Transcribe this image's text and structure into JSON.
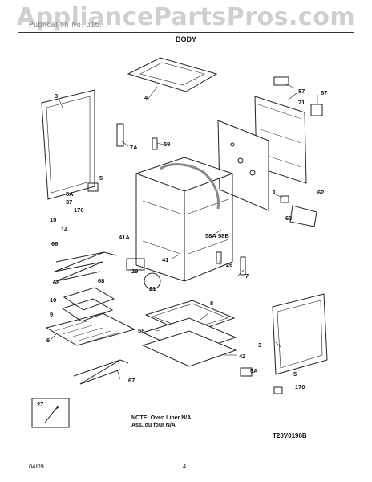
{
  "header": {
    "watermark": "AppliancePartsPros.com",
    "model_line": "Publication No. 316...",
    "title": "BODY"
  },
  "callouts": [
    "3",
    "4",
    "87",
    "71",
    "57",
    "7A",
    "59",
    "1",
    "62",
    "63",
    "5A",
    "37",
    "170",
    "5",
    "15",
    "14",
    "66",
    "68",
    "68",
    "58A",
    "58B",
    "41A",
    "41",
    "29",
    "21",
    "26",
    "7",
    "10",
    "9",
    "6",
    "8",
    "58",
    "3",
    "42",
    "5A",
    "5",
    "170",
    "67",
    "27"
  ],
  "note": {
    "line1": "NOTE: Oven Liner N/A",
    "line2": "Ass. du four N/A"
  },
  "diagram_id": "T20V0196B",
  "footer": {
    "date": "04/09",
    "page": "4"
  }
}
